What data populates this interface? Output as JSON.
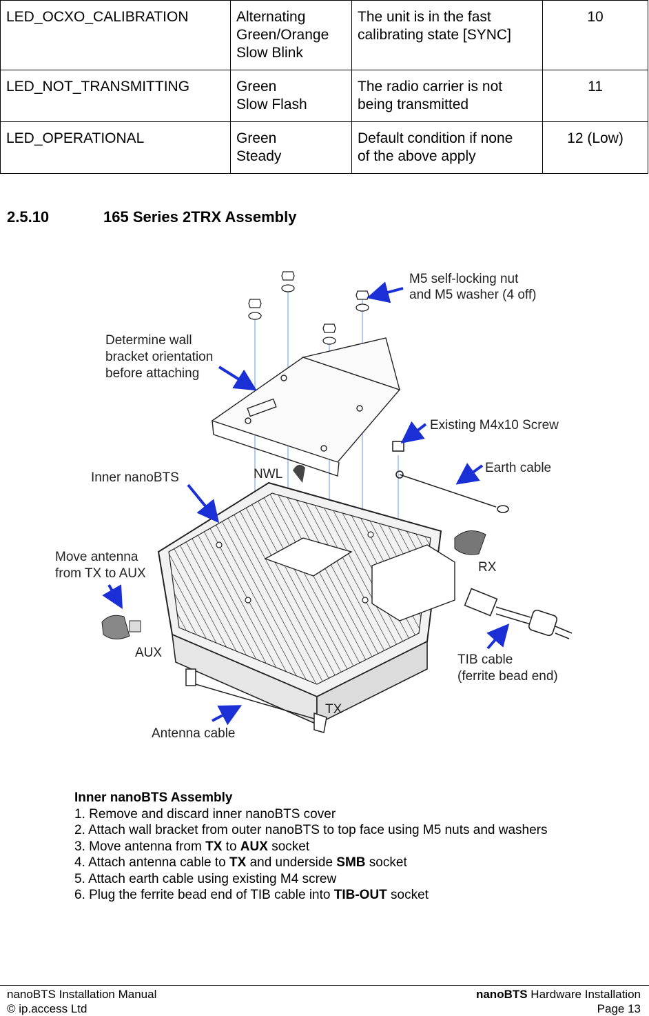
{
  "table": {
    "rows": [
      {
        "name": "LED_OCXO_CALIBRATION",
        "pattern": "Alternating\nGreen/Orange\nSlow Blink",
        "meaning": "The unit is in the fast\ncalibrating state [SYNC]",
        "priority": "10"
      },
      {
        "name": "LED_NOT_TRANSMITTING",
        "pattern": "Green\nSlow Flash",
        "meaning": "The radio carrier is not\nbeing transmitted",
        "priority": "11"
      },
      {
        "name": "LED_OPERATIONAL",
        "pattern": "Green\nSteady",
        "meaning": "Default condition if none\nof the above apply",
        "priority": "12 (Low)"
      }
    ]
  },
  "section": {
    "number": "2.5.10",
    "title": "165 Series 2TRX Assembly"
  },
  "figure": {
    "labels": {
      "m5_line1": "M5 self-locking nut",
      "m5_line2": "and M5 washer (4 off)",
      "determine_1": "Determine wall",
      "determine_2": "bracket orientation",
      "determine_3": "before attaching",
      "existing_screw": "Existing M4x10 Screw",
      "earth_cable": "Earth cable",
      "inner_nanobts": "Inner nanoBTS",
      "nwl": "NWL",
      "move_antenna_1": "Move antenna",
      "move_antenna_2": "from TX to AUX",
      "rx": "RX",
      "aux": "AUX",
      "tib_1": "TIB cable",
      "tib_2": "(ferrite bead end)",
      "tx": "TX",
      "antenna_cable": "Antenna cable"
    },
    "colors": {
      "arrow": "#1a2fd6",
      "guide": "#7fa6e6",
      "line": "#222222"
    }
  },
  "steps": {
    "heading": "Inner nanoBTS Assembly",
    "s1": "1. Remove and discard inner nanoBTS cover",
    "s2": "2. Attach wall bracket from outer nanoBTS to top face using M5 nuts and washers",
    "s3_a": "3. Move antenna from ",
    "s3_b": "TX",
    "s3_c": " to ",
    "s3_d": "AUX",
    "s3_e": " socket",
    "s4_a": "4. Attach antenna cable to ",
    "s4_b": "TX",
    "s4_c": " and underside ",
    "s4_d": "SMB",
    "s4_e": " socket",
    "s5": "5. Attach earth cable using existing M4 screw",
    "s6_a": "6. Plug the ferrite bead end of TIB cable into ",
    "s6_b": "TIB-OUT",
    "s6_c": " socket"
  },
  "footer": {
    "manual": "nanoBTS Installation Manual",
    "copyright": "© ip.access Ltd",
    "section_bold": "nanoBTS",
    "section_rest": " Hardware Installation",
    "page": "Page 13"
  }
}
